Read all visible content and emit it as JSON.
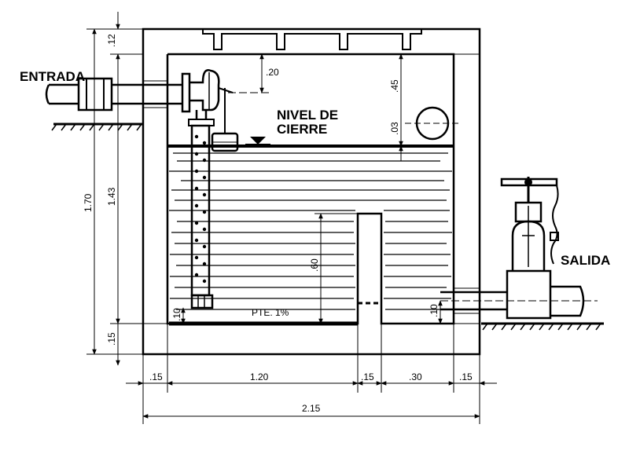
{
  "labels": {
    "inlet": "ENTRADA",
    "outlet": "SALIDA",
    "shutoff_level_line1": "NIVEL DE",
    "shutoff_level_line2": "CIERRE",
    "floor_slope": "PTE. 1%"
  },
  "dimensions": {
    "top_slab": ".12",
    "overall_height": "1.70",
    "inner_height": "1.43",
    "bottom_slab": ".15",
    "float_clearance": ".20",
    "freeboard": ".45",
    "overflow_offset": ".03",
    "weir_height": ".60",
    "inlet_pipe_gap": ".10",
    "outlet_pipe_gap": ".10",
    "left_wall": ".15",
    "first_chamber": "1.20",
    "baffle_wall": ".15",
    "second_chamber": ".30",
    "right_wall": ".15",
    "overall_width": "2.15"
  }
}
